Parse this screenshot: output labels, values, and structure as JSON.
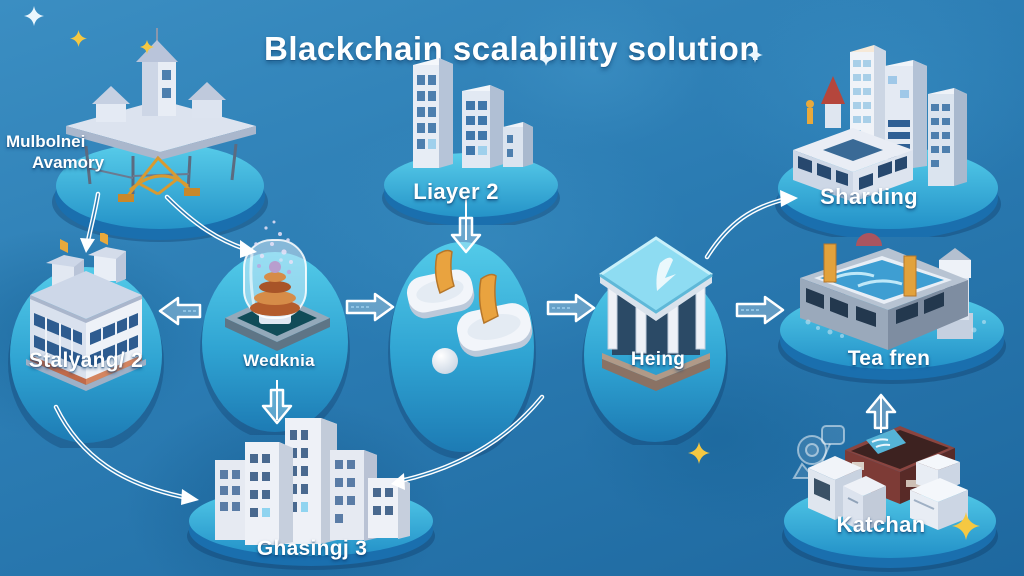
{
  "title": "Blackchain scalability solution",
  "nodes": {
    "platform": {
      "label_line1": "Mulbolnei",
      "label_line2": "Avamory"
    },
    "layer2": {
      "label": "Liayer 2"
    },
    "sharding": {
      "label": "Sharding"
    },
    "stalyang": {
      "label": "Stalyang/ 2"
    },
    "wedknia": {
      "label": "Wedknia"
    },
    "heing": {
      "label": "Heing"
    },
    "teafren": {
      "label": "Tea fren"
    },
    "ghasingj": {
      "label": "Ghasingj 3"
    },
    "katchan": {
      "label": "Katchan"
    }
  },
  "edges": [
    {
      "from": "platform",
      "to": "stalyang",
      "style": "curved"
    },
    {
      "from": "platform",
      "to": "wedknia",
      "style": "curved"
    },
    {
      "from": "wedknia",
      "to": "stalyang",
      "style": "straight-left"
    },
    {
      "from": "wedknia",
      "to": "center-platforms",
      "style": "straight-right"
    },
    {
      "from": "layer2",
      "to": "center-platforms",
      "style": "straight-down"
    },
    {
      "from": "center-platforms",
      "to": "heing",
      "style": "straight-right"
    },
    {
      "from": "heing",
      "to": "sharding",
      "style": "curved"
    },
    {
      "from": "heing",
      "to": "teafren",
      "style": "straight-right"
    },
    {
      "from": "wedknia",
      "to": "ghasingj",
      "style": "straight-down"
    },
    {
      "from": "stalyang",
      "to": "ghasingj",
      "style": "curved"
    },
    {
      "from": "center-platforms",
      "to": "ghasingj",
      "style": "curved"
    },
    {
      "from": "katchan",
      "to": "teafren",
      "style": "straight-up"
    }
  ],
  "colors": {
    "background": "#2b7cb3",
    "disc_top": "#4fc6e6",
    "disc_side": "#1a6fae",
    "gold": "#e8a93c",
    "roof_blue": "#8edcf2",
    "machine_red": "#6e3531",
    "text": "#ffffff"
  }
}
